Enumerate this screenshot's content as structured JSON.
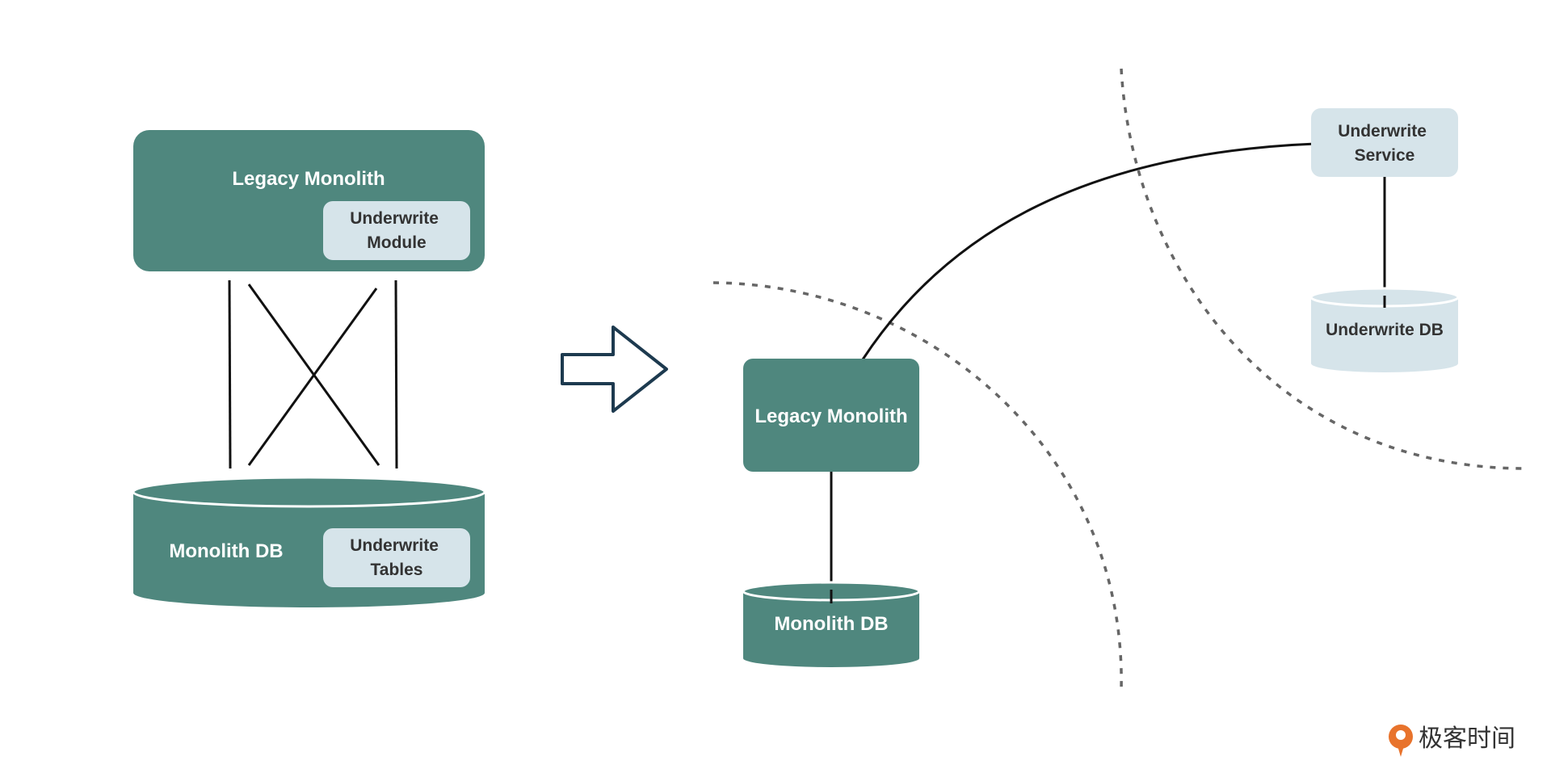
{
  "before": {
    "legacy_monolith": "Legacy Monolith",
    "underwrite_module": [
      "Underwrite",
      "Module"
    ],
    "monolith_db": "Monolith DB",
    "underwrite_tables": [
      "Underwrite",
      "Tables"
    ]
  },
  "after": {
    "legacy_monolith": "Legacy Monolith",
    "monolith_db": "Monolith DB",
    "underwrite_service": [
      "Underwrite",
      "Service"
    ],
    "underwrite_db": "Underwrite DB"
  },
  "brand": {
    "name": "极客时间",
    "logo_icon": "geektime-logo-icon"
  },
  "colors": {
    "monolith_teal": "#4f877e",
    "module_light": "#d6e4ea",
    "arrow_outline": "#1d3a4f",
    "boundary_dash": "#666666",
    "brand_orange": "#e8732c"
  }
}
